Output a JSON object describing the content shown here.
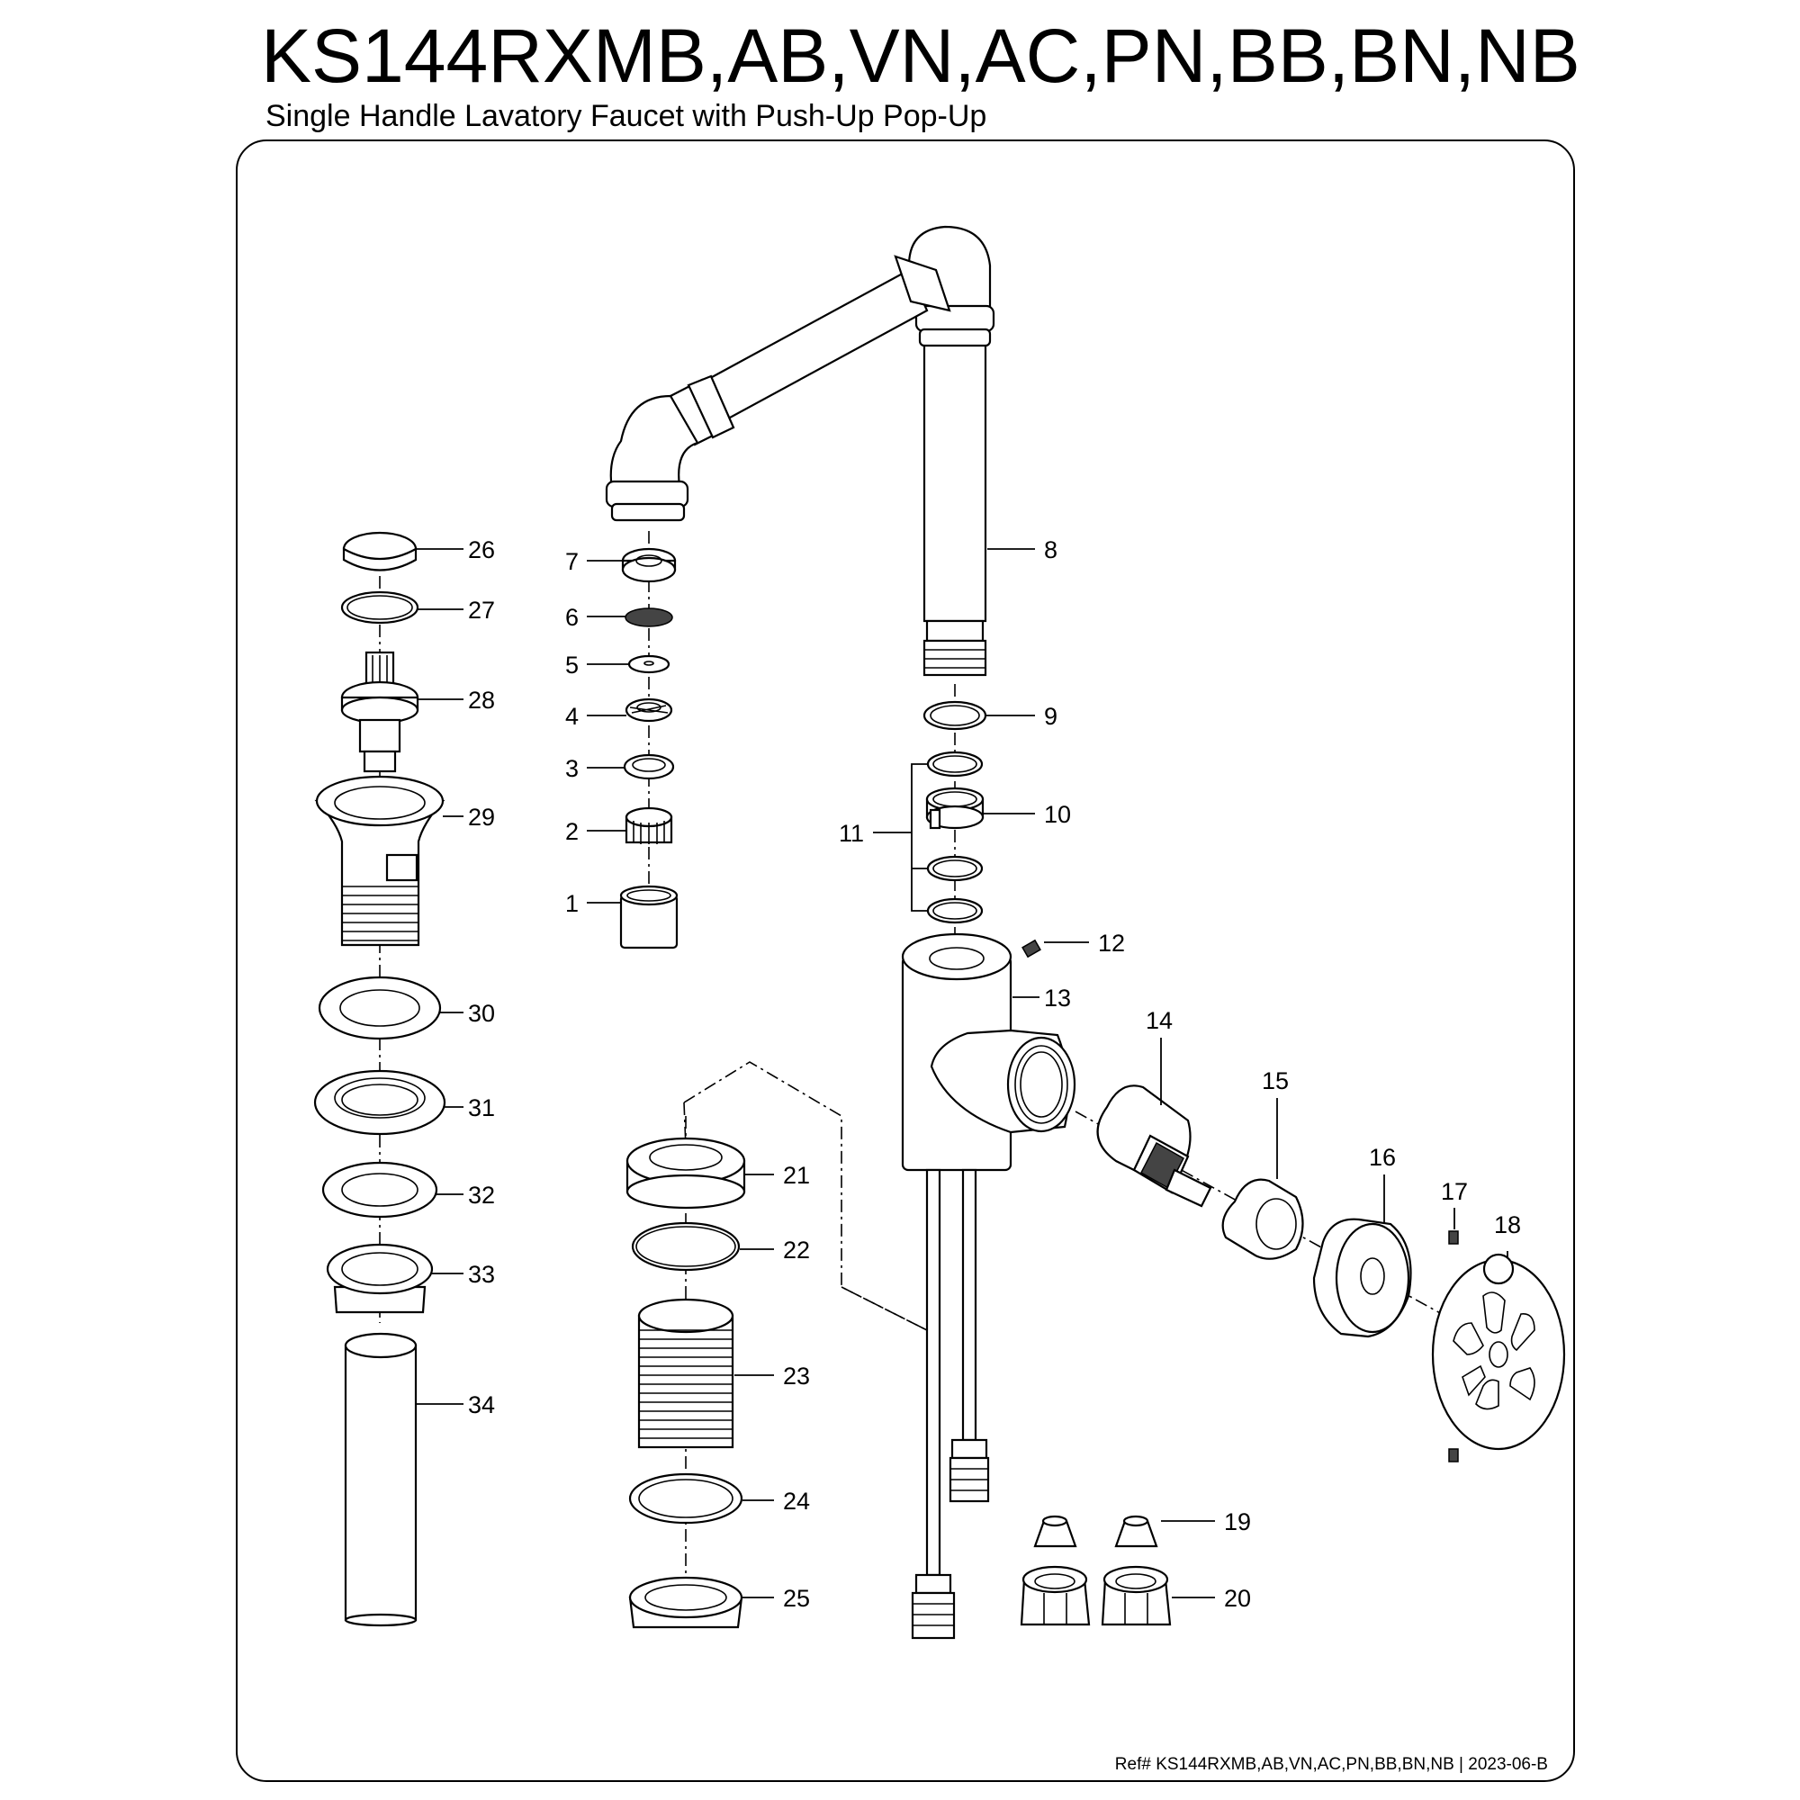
{
  "header": {
    "title": "KS144RXMB,AB,VN,AC,PN,BB,BN,NB",
    "subtitle": "Single Handle Lavatory Faucet with Push-Up Pop-Up"
  },
  "footer": {
    "reference": "Ref# KS144RXMB,AB,VN,AC,PN,BB,BN,NB | 2023-06-B"
  },
  "callouts": {
    "n1": "1",
    "n2": "2",
    "n3": "3",
    "n4": "4",
    "n5": "5",
    "n6": "6",
    "n7": "7",
    "n8": "8",
    "n9": "9",
    "n10": "10",
    "n11": "11",
    "n12": "12",
    "n13": "13",
    "n14": "14",
    "n15": "15",
    "n16": "16",
    "n17": "17",
    "n18": "18",
    "n19": "19",
    "n20": "20",
    "n21": "21",
    "n22": "22",
    "n23": "23",
    "n24": "24",
    "n25": "25",
    "n26": "26",
    "n27": "27",
    "n28": "28",
    "n29": "29",
    "n30": "30",
    "n31": "31",
    "n32": "32",
    "n33": "33",
    "n34": "34"
  }
}
